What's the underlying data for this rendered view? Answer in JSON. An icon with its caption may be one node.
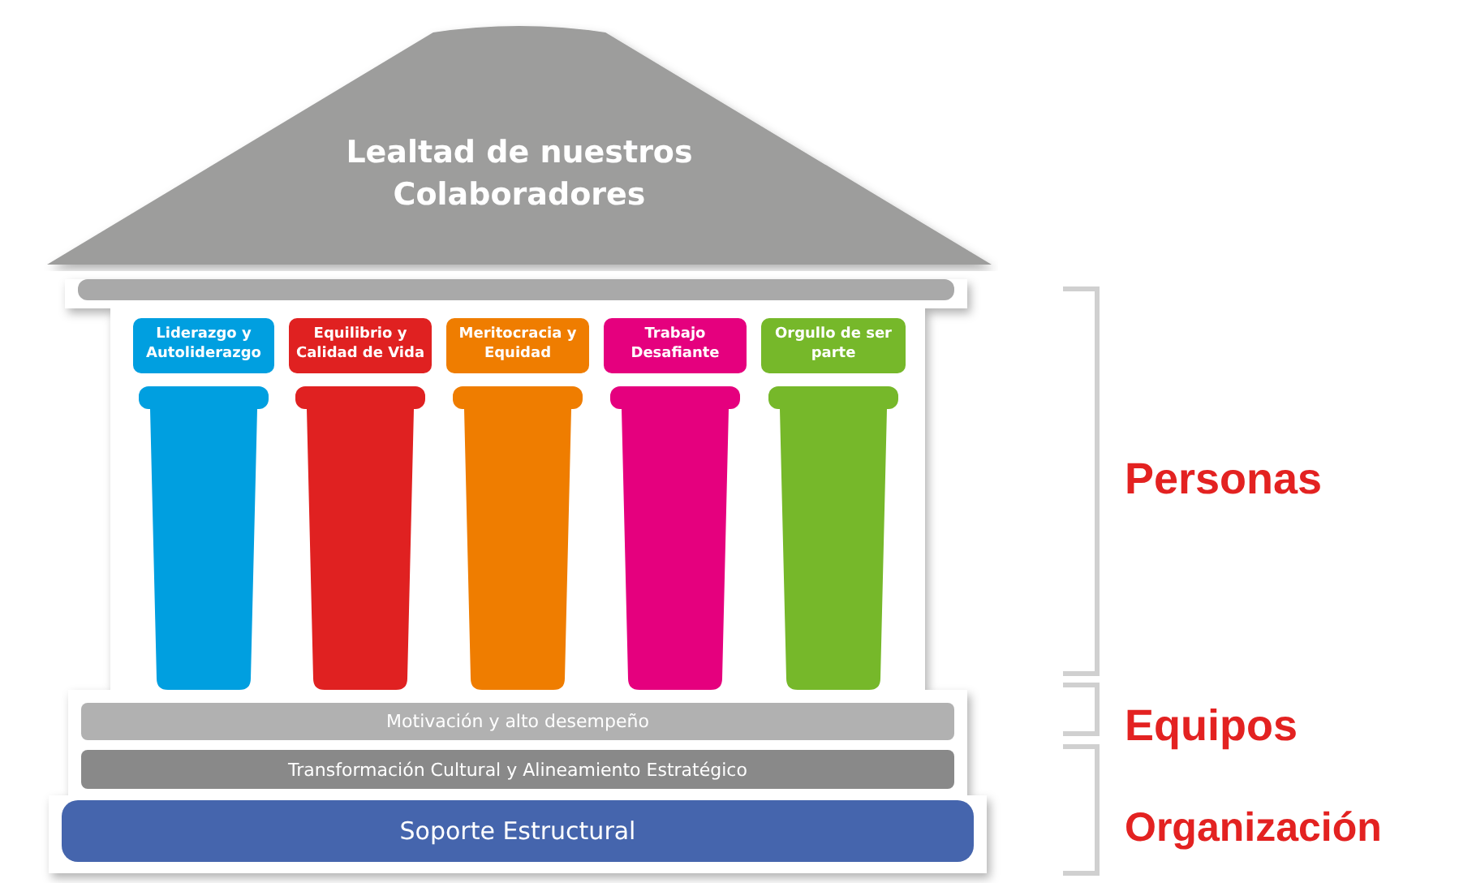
{
  "diagram": {
    "nodes": [
      {
        "text": [
          "Lealtad de nuestros Colaboradores"
        ]
      },
      {
        "text": [
          "Liderazgo y Autoliderazgo"
        ]
      },
      {
        "text": [
          "Equilibrio y Calidad de Vida"
        ]
      },
      {
        "text": [
          "Meritocracia y Equidad"
        ]
      },
      {
        "text": [
          "Trabajo Desafiante"
        ]
      },
      {
        "text": [
          "Orgullo de ser parte"
        ]
      },
      {
        "text": [
          "Motivación y alto desempeño"
        ]
      },
      {
        "text": [
          "Transformación Cultural y Alineamiento Estratégico"
        ]
      },
      {
        "text": [
          "Soporte Estructural"
        ]
      }
    ],
    "labels": [
      "Personas",
      "Equipos",
      "Organización"
    ]
  }
}
